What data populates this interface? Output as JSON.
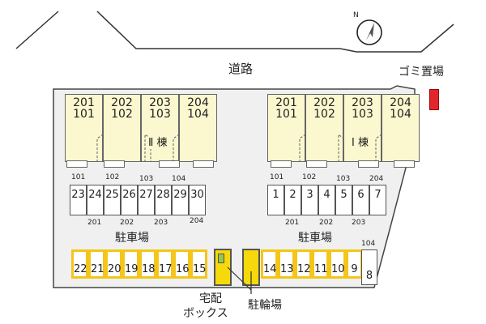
{
  "road": {
    "label": "道路"
  },
  "garbage": {
    "label": "ゴミ置場",
    "color": "#e0262b"
  },
  "compass": {
    "north": "N"
  },
  "building_2": {
    "units": [
      {
        "top": "201",
        "bottom": "101"
      },
      {
        "top": "202",
        "bottom": "102"
      },
      {
        "top": "203",
        "bottom": "103"
      },
      {
        "top": "204",
        "bottom": "104"
      }
    ],
    "tag": "Ⅱ 棟"
  },
  "building_1": {
    "units": [
      {
        "top": "201",
        "bottom": "101"
      },
      {
        "top": "202",
        "bottom": "102"
      },
      {
        "top": "203",
        "bottom": "103"
      },
      {
        "top": "204",
        "bottom": "104"
      }
    ],
    "tag": "Ⅰ 棟"
  },
  "parking_left": {
    "stalls": [
      "23",
      "24",
      "25",
      "26",
      "27",
      "28",
      "29",
      "30"
    ],
    "top_labels": [
      "101",
      "102",
      "103",
      "104"
    ],
    "bottom_labels": [
      "201",
      "202",
      "203",
      "204"
    ],
    "title": "駐車場"
  },
  "parking_right": {
    "stalls": [
      "1",
      "2",
      "3",
      "4",
      "5",
      "6",
      "7"
    ],
    "top_labels": [
      "101",
      "102",
      "103",
      "204"
    ],
    "bottom_labels": [
      "201",
      "202",
      "203"
    ],
    "title": "駐車場"
  },
  "bottom_parking": {
    "left": [
      "22",
      "21",
      "20",
      "19",
      "18",
      "17",
      "16",
      "15"
    ],
    "right": [
      "14",
      "13",
      "12",
      "11",
      "10",
      "9"
    ],
    "extra": {
      "number": "8",
      "label": "104"
    },
    "accent": "#f5c518"
  },
  "delivery_box": {
    "label_line1": "宅配",
    "label_line2": "ボックス"
  },
  "bicycle": {
    "label": "駐輪場"
  }
}
